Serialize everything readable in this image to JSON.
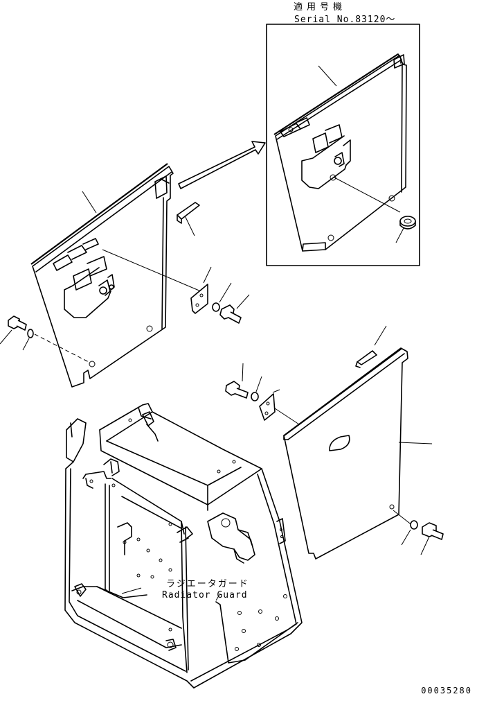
{
  "applicability": {
    "label_jp": "適用号機",
    "serial": "Serial No.83120～"
  },
  "callout": {
    "radiator_guard_jp": "ラジエータガード",
    "radiator_guard_en": "Radiator Guard"
  },
  "drawing_number": "00035280"
}
